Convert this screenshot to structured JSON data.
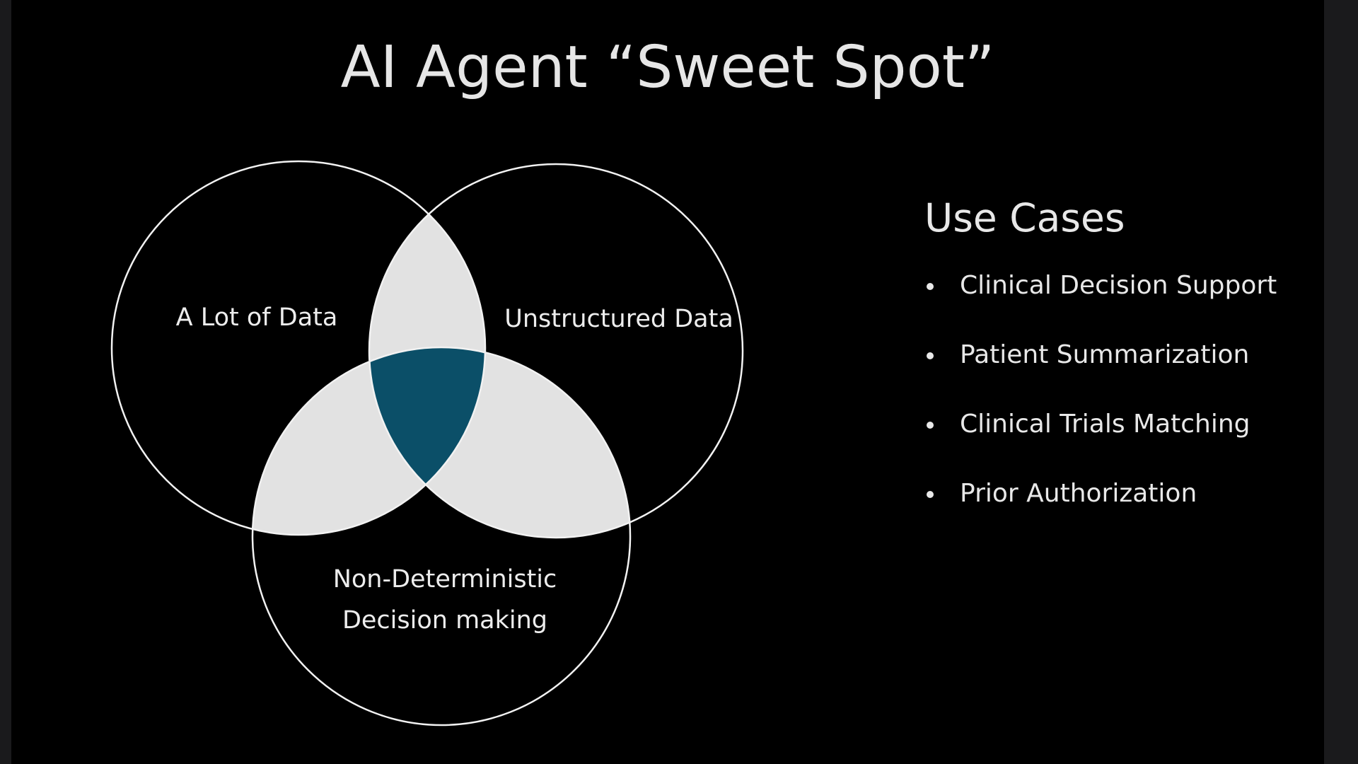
{
  "slide": {
    "title": "AI Agent “Sweet Spot”"
  },
  "venn": {
    "sets": [
      {
        "label": "A Lot of Data"
      },
      {
        "label": "Unstructured Data"
      },
      {
        "label_lines": [
          "Non-Deterministic",
          "Decision making"
        ]
      }
    ],
    "colors": {
      "background": "#000000",
      "outline": "#f2f2f2",
      "pair_overlap": "#e2e2e2",
      "center_overlap": "#0b4f68"
    }
  },
  "use_cases": {
    "heading": "Use Cases",
    "items": [
      "Clinical Decision Support",
      "Patient Summarization",
      "Clinical Trials Matching",
      "Prior Authorization"
    ]
  }
}
